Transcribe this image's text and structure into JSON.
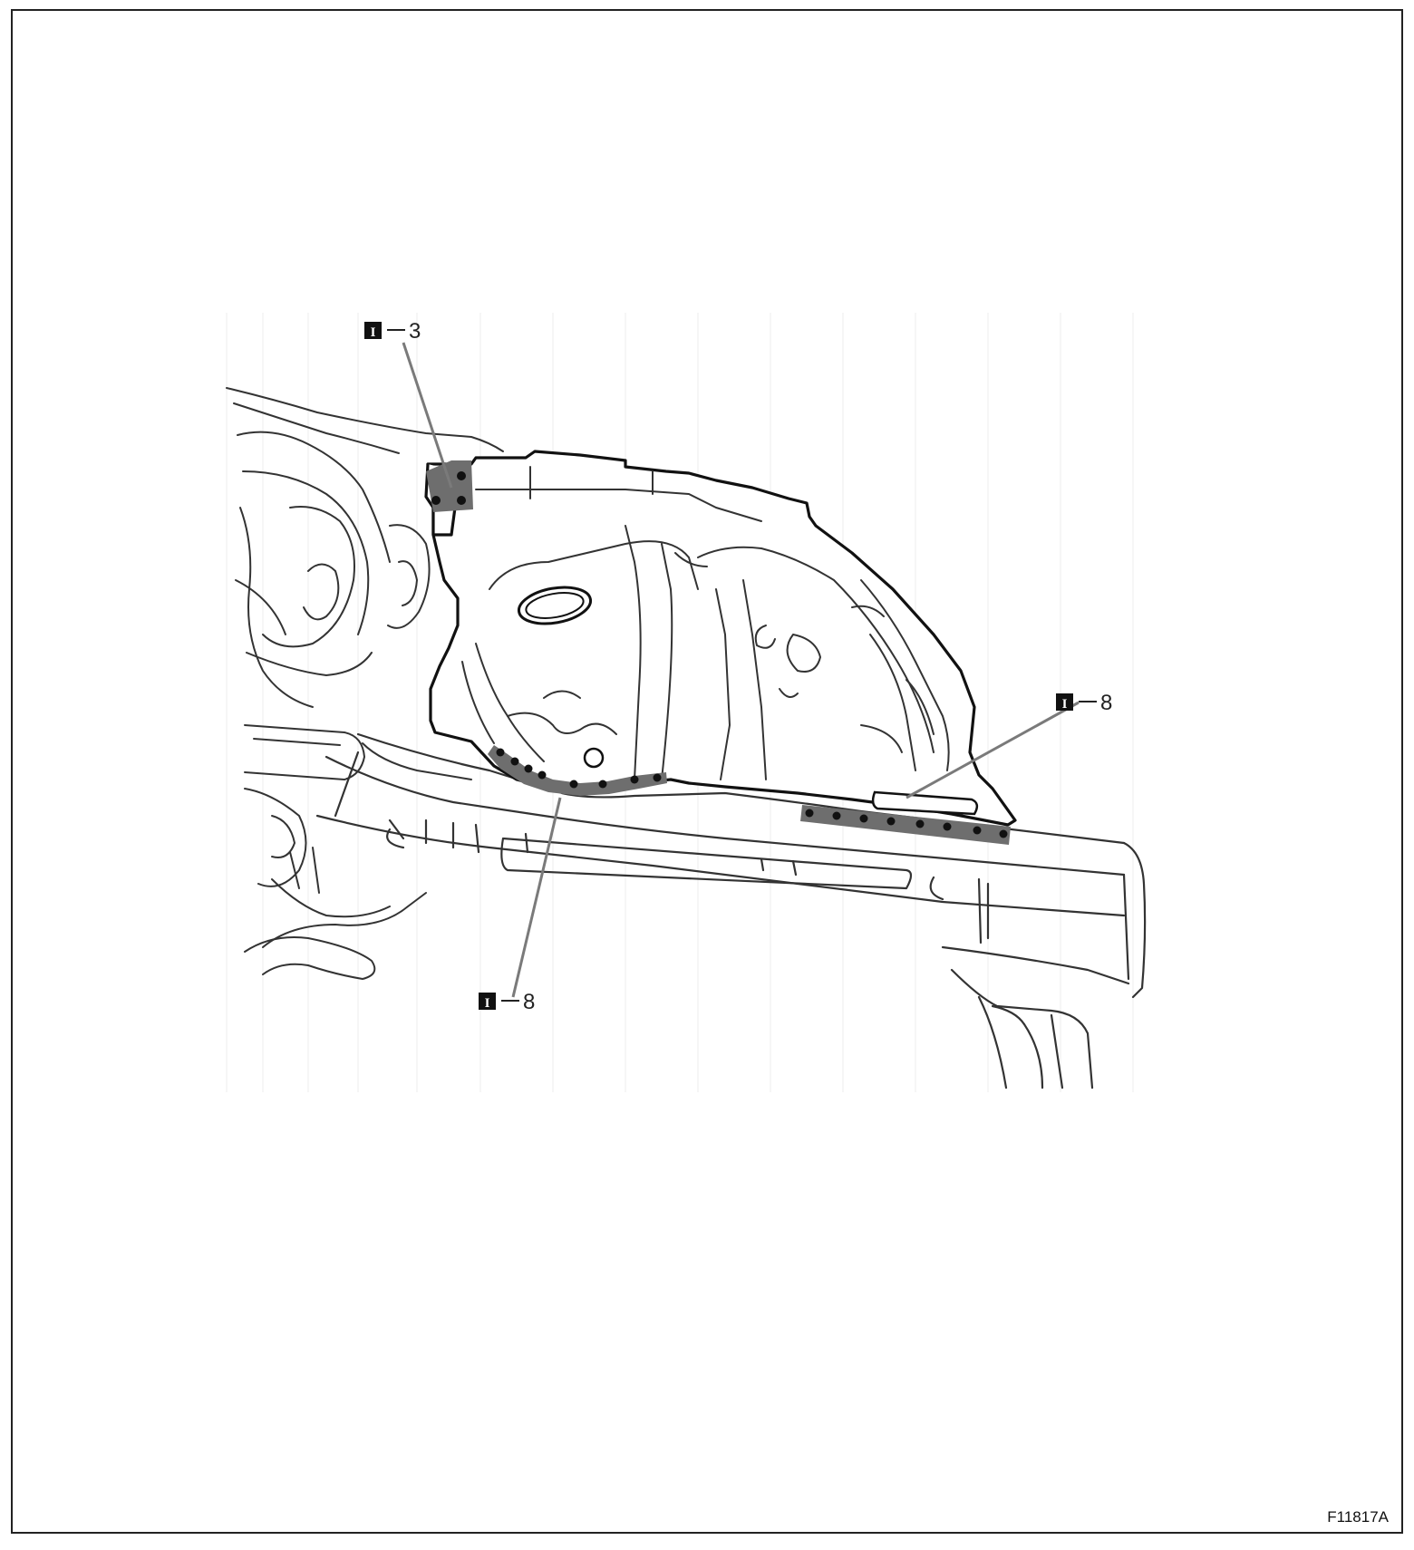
{
  "callouts": [
    {
      "symbol": "I",
      "value": "3"
    },
    {
      "symbol": "I",
      "value": "8"
    },
    {
      "symbol": "I",
      "value": "8"
    }
  ],
  "figure_id": "F11817A",
  "colors": {
    "line": "#222222",
    "weld_band": "#6e6e6e",
    "weld_dot": "#111111",
    "leader": "#7a7a7a"
  }
}
